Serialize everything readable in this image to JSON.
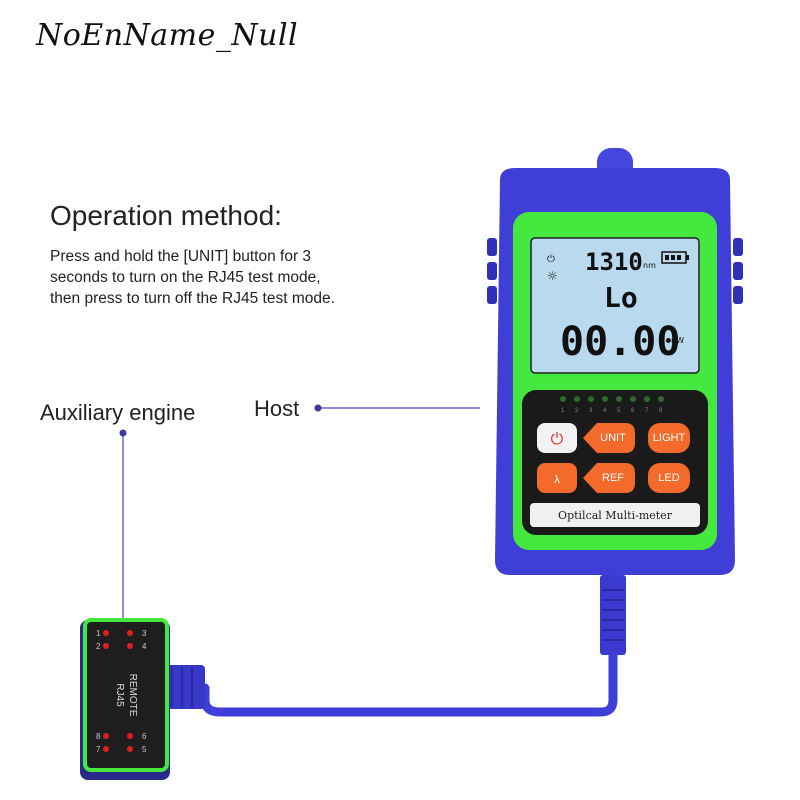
{
  "watermark": "NoEnName_Null",
  "operation": {
    "title": "Operation method:",
    "lines": [
      "Press and hold the [UNIT] button for 3",
      "seconds to turn on the RJ45 test mode,",
      "then press to turn off the RJ45 test mode."
    ]
  },
  "labels": {
    "auxiliary": "Auxiliary engine",
    "host": "Host"
  },
  "device": {
    "wavelength": "1310",
    "wavelength_unit": "nm",
    "mode": "Lo",
    "reading": "00.00",
    "reading_unit": "nW",
    "led_numbers": [
      "1",
      "2",
      "3",
      "4",
      "5",
      "6",
      "7",
      "8"
    ],
    "buttons": {
      "unit": "UNIT",
      "light": "LIGHT",
      "lambda": "λ",
      "ref": "REF",
      "led": "LED"
    },
    "brand": "Optilcal Multi-meter"
  },
  "remote": {
    "title": "REMOTE",
    "subtitle": "RJ45",
    "pins_top": [
      "1",
      "2",
      "3",
      "4"
    ],
    "pins_bottom": [
      "8",
      "7",
      "6",
      "5"
    ]
  },
  "colors": {
    "body_blue": "#3f3fd8",
    "bezel_green": "#44e83e",
    "button_orange": "#f36a2b",
    "lcd_bg": "#b9d9ee",
    "panel_black": "#1a1a1a",
    "led_red": "#e02020"
  }
}
